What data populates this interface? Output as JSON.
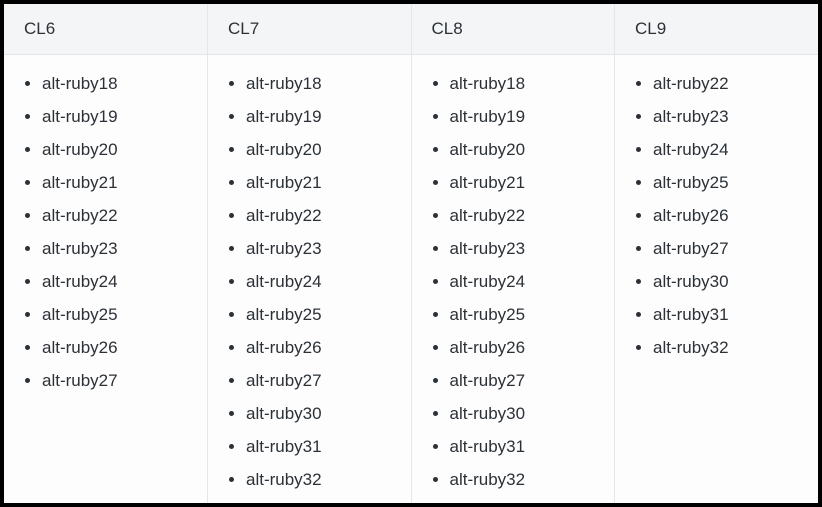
{
  "colors": {
    "frame_border": "#000000",
    "header_background": "#f4f5f7",
    "body_background": "#fdfdfd",
    "divider": "#e4e6e8",
    "text": "#2b3137"
  },
  "table": {
    "columns": [
      {
        "header": "CL6",
        "items": [
          "alt-ruby18",
          "alt-ruby19",
          "alt-ruby20",
          "alt-ruby21",
          "alt-ruby22",
          "alt-ruby23",
          "alt-ruby24",
          "alt-ruby25",
          "alt-ruby26",
          "alt-ruby27"
        ]
      },
      {
        "header": "CL7",
        "items": [
          "alt-ruby18",
          "alt-ruby19",
          "alt-ruby20",
          "alt-ruby21",
          "alt-ruby22",
          "alt-ruby23",
          "alt-ruby24",
          "alt-ruby25",
          "alt-ruby26",
          "alt-ruby27",
          "alt-ruby30",
          "alt-ruby31",
          "alt-ruby32"
        ]
      },
      {
        "header": "CL8",
        "items": [
          "alt-ruby18",
          "alt-ruby19",
          "alt-ruby20",
          "alt-ruby21",
          "alt-ruby22",
          "alt-ruby23",
          "alt-ruby24",
          "alt-ruby25",
          "alt-ruby26",
          "alt-ruby27",
          "alt-ruby30",
          "alt-ruby31",
          "alt-ruby32"
        ]
      },
      {
        "header": "CL9",
        "items": [
          "alt-ruby22",
          "alt-ruby23",
          "alt-ruby24",
          "alt-ruby25",
          "alt-ruby26",
          "alt-ruby27",
          "alt-ruby30",
          "alt-ruby31",
          "alt-ruby32"
        ]
      }
    ]
  }
}
